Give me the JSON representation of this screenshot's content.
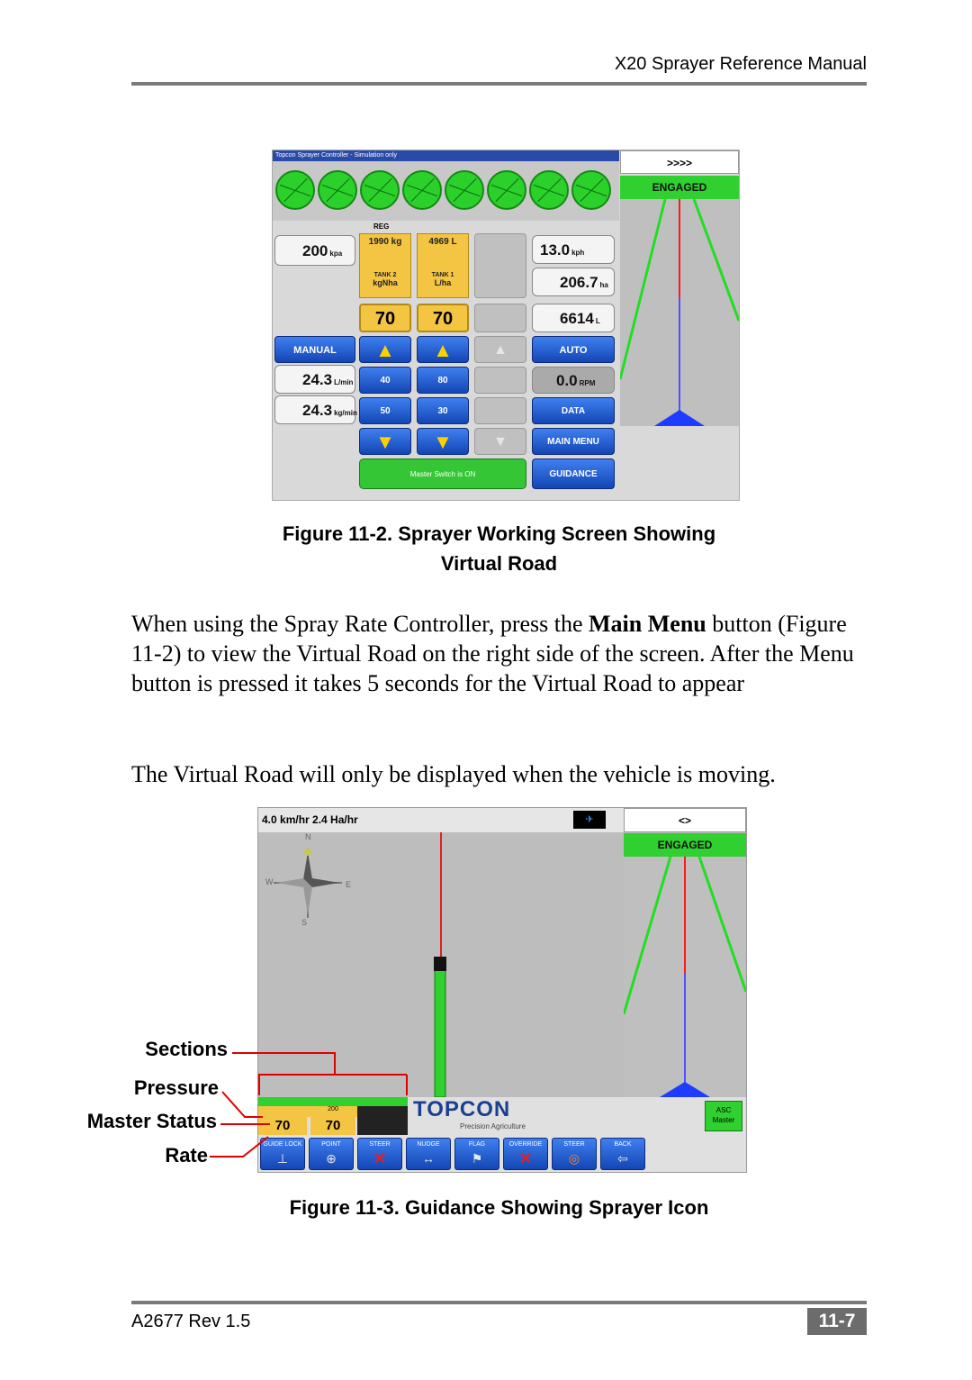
{
  "header": {
    "title": "X20 Sprayer Reference Manual"
  },
  "figure1": {
    "caption_line1": "Figure 11-2. Sprayer Working Screen Showing",
    "caption_line2": "Virtual Road",
    "screen": {
      "title_bar": "Topcon Sprayer Controller - Simulation only",
      "pressure": {
        "value": "200",
        "unit": "kpa"
      },
      "tank_header": "REG",
      "tank2": {
        "amount": "1990 kg",
        "label": "TANK 2",
        "unit": "kgNha",
        "rate": "70",
        "step_up": "40",
        "step_down": "50"
      },
      "tank1": {
        "amount": "4969 L",
        "label": "TANK 1",
        "unit": "L/ha",
        "rate": "70",
        "step_up": "80",
        "step_down": "30"
      },
      "speed": {
        "value": "13.0",
        "unit": "kph"
      },
      "area": {
        "value": "206.7",
        "unit": "ha"
      },
      "volume": {
        "value": "6614",
        "unit": "L"
      },
      "flow1": {
        "value": "24.3",
        "unit": "L/min"
      },
      "flow2": {
        "value": "24.3",
        "unit": "kg/min"
      },
      "rpm": {
        "value": "0.0",
        "unit": "RPM"
      },
      "buttons": {
        "manual": "MANUAL",
        "auto": "AUTO",
        "data": "DATA",
        "main_menu": "MAIN MENU",
        "guidance": "GUIDANCE",
        "master_switch": "Master Switch is ON"
      },
      "road": {
        "arrows": ">>>>",
        "engaged": "ENGAGED"
      }
    }
  },
  "paragraphs": {
    "p1_a": "When using the Spray Rate Controller, press the ",
    "p1_bold": "Main Menu",
    "p1_b": " button (Figure 11-2) to view the Virtual Road on the right side of the screen. After the Menu button is pressed it takes 5 seconds for the Virtual Road to appear",
    "p2": "The Virtual Road will only be displayed when the vehicle is moving."
  },
  "figure2": {
    "caption": "Figure 11-3. Guidance Showing Sprayer Icon",
    "screen": {
      "status": "4.0 km/hr  2.4 Ha/hr",
      "road_arrows": "<>",
      "engaged": "ENGAGED",
      "compass": {
        "n": "N",
        "s": "S",
        "e": "E",
        "w": "W"
      },
      "logo": "TOPCON",
      "logo_sub": "Precision Agriculture",
      "rate_left": "70",
      "rate_right": "70",
      "tank_small": "200",
      "asc": "ASC Master",
      "buttons": [
        "GUIDE LOCK",
        "POINT",
        "STEER",
        "NUDGE",
        "FLAG",
        "OVERRIDE",
        "STEER",
        "BACK"
      ]
    },
    "callouts": {
      "sections": "Sections",
      "pressure": "Pressure",
      "master_status": "Master Status",
      "rate": "Rate"
    }
  },
  "footer": {
    "doc_id": "A2677 Rev 1.5",
    "page": "11-7"
  }
}
